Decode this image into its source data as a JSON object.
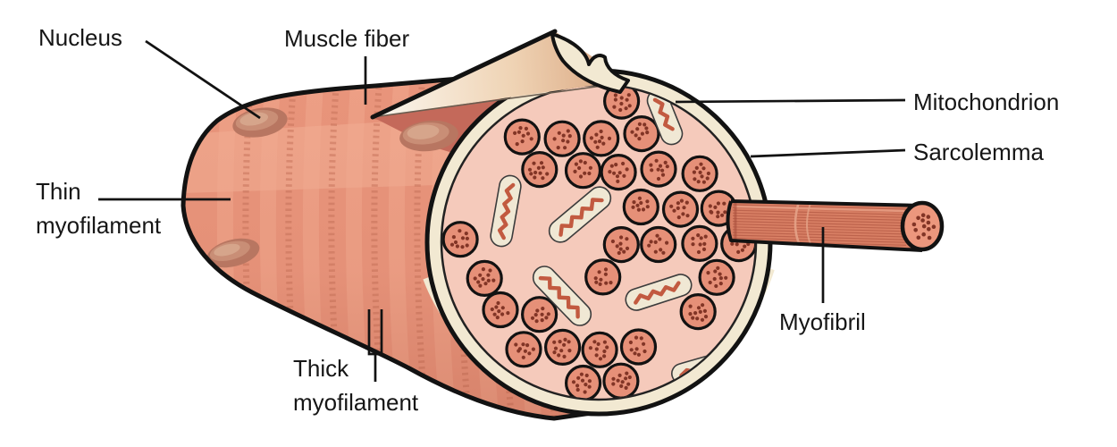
{
  "figure": {
    "type": "anatomical-diagram",
    "subject": "Muscle fiber cross-section",
    "labels": {
      "nucleus": "Nucleus",
      "muscle_fiber": "Muscle fiber",
      "mitochondrion": "Mitochondrion",
      "sarcolemma": "Sarcolemma",
      "myofibril": "Myofibril",
      "thin_myofilament": "Thin\nmyofilament",
      "thick_myofilament": "Thick\nmyofilament"
    },
    "palette": {
      "background": "#ffffff",
      "ink": "#121212",
      "label_color": "#161616",
      "fiber_base": "#E8947B",
      "fiber_band_light": "#F5B79D",
      "fiber_stripe_light": "#F3AE94",
      "fiber_striation": "#C46F58",
      "fiber_shade": "#96402D",
      "underflap_red": "#C4695A",
      "flap_light": "#FBF7EF",
      "flap_mid": "#EFD3B4",
      "flap_tan": "#D8A27C",
      "flap_edge": "#6B5D50",
      "sarcolemma_cream": "#F2E9D2",
      "interior_pink": "#F5CABB",
      "myofibril_fill": "#E69078",
      "myofibril_dot": "#823526",
      "mito_rim": "#F0E8D4",
      "mito_outline": "#3C3C3C",
      "mito_cristae": "#C25A40",
      "rod_fill": "#D87F64",
      "rod_line": "#B35843",
      "rod_sep": "#E4A287",
      "rod_highlight": "#E89E84",
      "rod_cap": "#EC977D",
      "nucleus_outer": "#B87661",
      "nucleus_mid": "#C98E76",
      "nucleus_high": "#D7A78E"
    }
  }
}
